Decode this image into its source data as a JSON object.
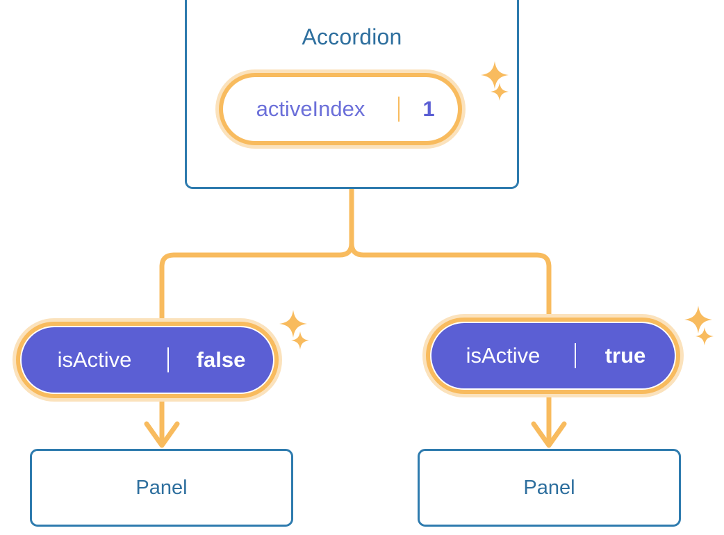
{
  "colors": {
    "card_border": "#2E7BAE",
    "title_text": "#2E6F9E",
    "pill_ring_outer": "#FBE2BC",
    "pill_ring_inner": "#F8BB5E",
    "pill_blue_fill": "#5B5FD4",
    "pill_key_text_periwinkle": "#6B6FD9",
    "connector": "#F8BB5E",
    "background": "#FFFFFF"
  },
  "root": {
    "title": "Accordion",
    "prop": {
      "key": "activeIndex",
      "value": "1"
    },
    "sparkle_large": "sparkle-icon",
    "sparkle_small": "sparkle-icon"
  },
  "children": [
    {
      "prop": {
        "key": "isActive",
        "value": "false"
      },
      "panel": {
        "title": "Panel"
      }
    },
    {
      "prop": {
        "key": "isActive",
        "value": "true"
      },
      "panel": {
        "title": "Panel"
      }
    }
  ]
}
